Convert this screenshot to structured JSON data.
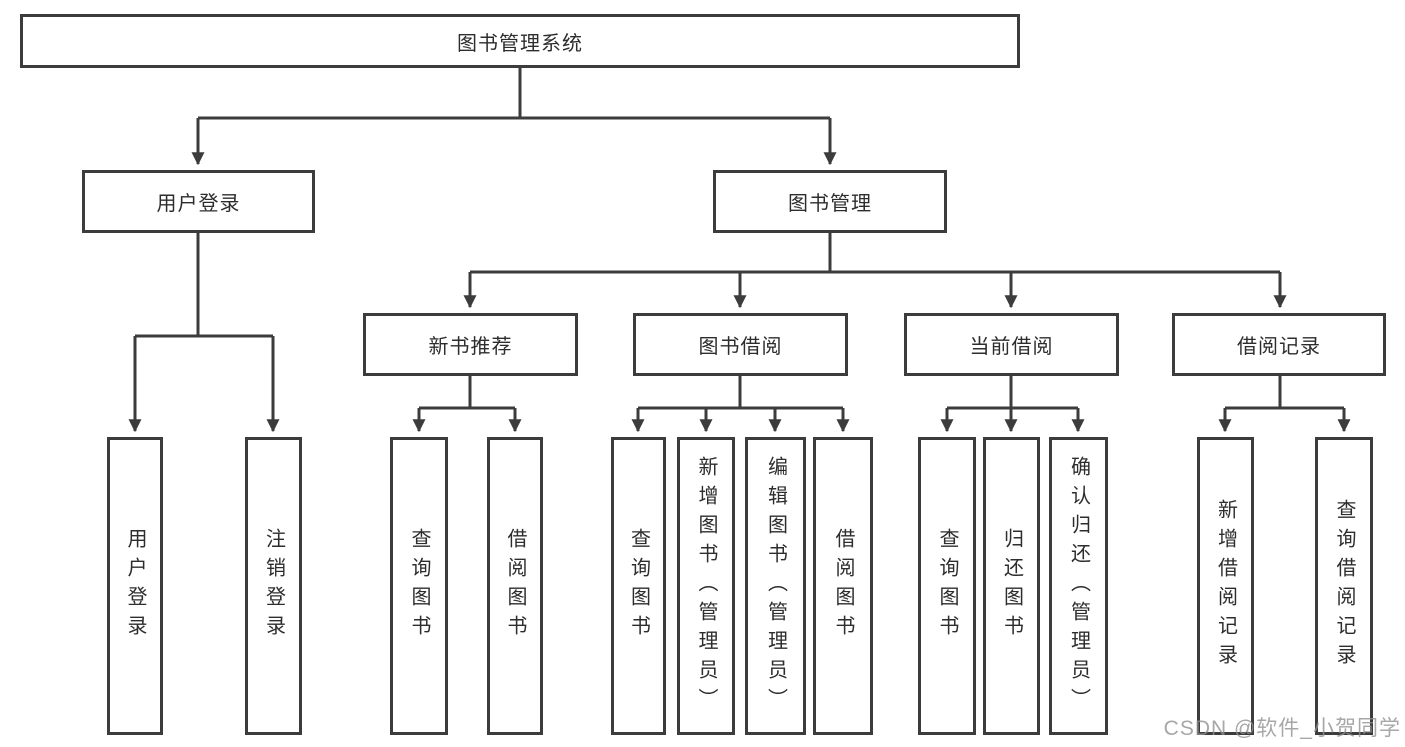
{
  "colors": {
    "background": "#ffffff",
    "line": "#3c3c3c",
    "box_border": "#3c3c3c",
    "text": "#2d2d2d",
    "watermark": "#919191"
  },
  "watermark": "CSDN @软件_小贺同学",
  "nodes": {
    "root": "图书管理系统",
    "user_login": "用户登录",
    "book_mgmt": "图书管理",
    "new_book_rec": "新书推荐",
    "book_borrow": "图书借阅",
    "current_borrow": "当前借阅",
    "borrow_record": "借阅记录",
    "leaf_user_login": "用户登录",
    "leaf_logout": "注销登录",
    "leaf_query_book_1": "查询图书",
    "leaf_borrow_book_1": "借阅图书",
    "leaf_query_book_2": "查询图书",
    "leaf_add_book_admin": "新增图书（管理员）",
    "leaf_edit_book_admin": "编辑图书（管理员）",
    "leaf_borrow_book_2": "借阅图书",
    "leaf_query_book_3": "查询图书",
    "leaf_return_book": "归还图书",
    "leaf_confirm_return_admin": "确认归还（管理员）",
    "leaf_add_borrow_record": "新增借阅记录",
    "leaf_query_borrow_record": "查询借阅记录"
  }
}
